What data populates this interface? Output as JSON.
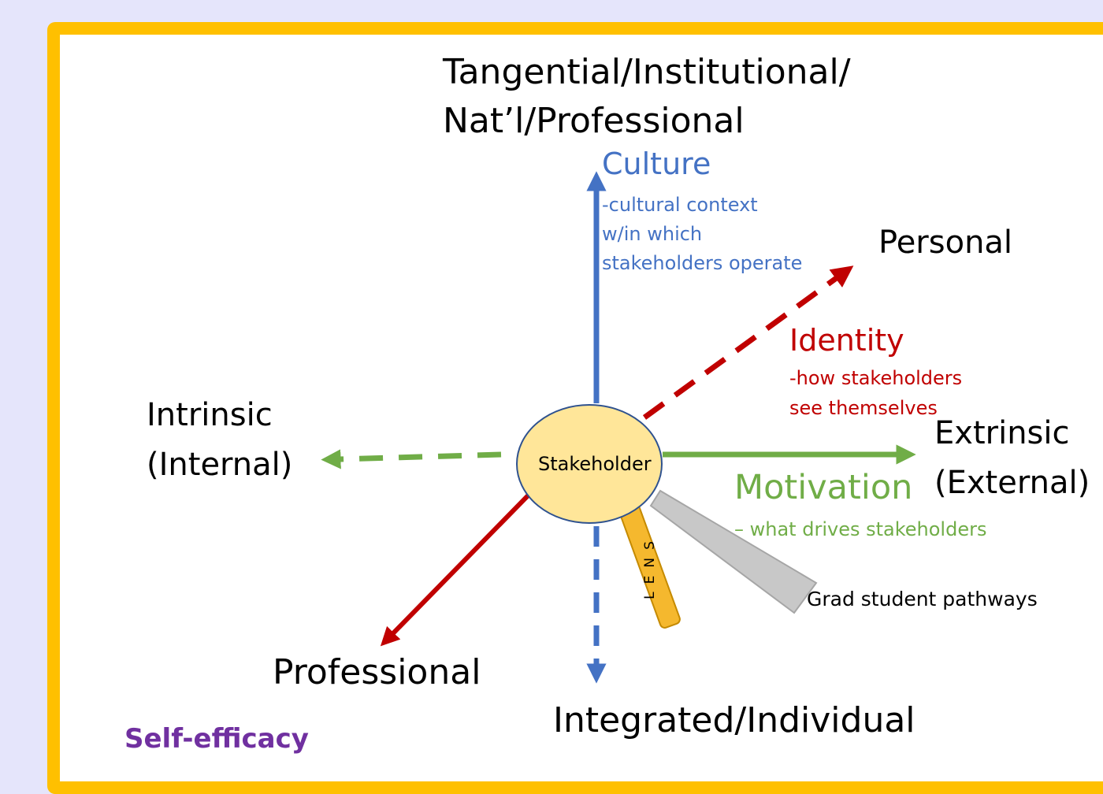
{
  "axes": {
    "top": {
      "line1": "Tangential/Institutional/",
      "line2": "Nat’l/Professional"
    },
    "bottom": "Integrated/Individual",
    "left": {
      "line1": "Intrinsic",
      "line2": "(Internal)"
    },
    "right": {
      "line1": "Extrinsic",
      "line2": "(External)"
    },
    "upper_right": "Personal",
    "lower_left": "Professional"
  },
  "culture": {
    "title": "Culture",
    "desc": [
      "-cultural context",
      "w/in which",
      "stakeholders operate"
    ]
  },
  "identity": {
    "title": "Identity",
    "desc": [
      "-how stakeholders",
      "see themselves"
    ]
  },
  "motivation": {
    "title": "Motivation",
    "desc": "– what drives stakeholders"
  },
  "center": "Stakeholder",
  "lens": "LENS",
  "pathways": "Grad student pathways",
  "footer": "Self-efficacy",
  "colors": {
    "culture": "#4472c4",
    "identity": "#c00000",
    "motivation": "#70ad47",
    "center_fill": "#ffe699",
    "lens_fill": "#f5b82e",
    "frame": "#ffc000",
    "footer": "#7030a0"
  }
}
